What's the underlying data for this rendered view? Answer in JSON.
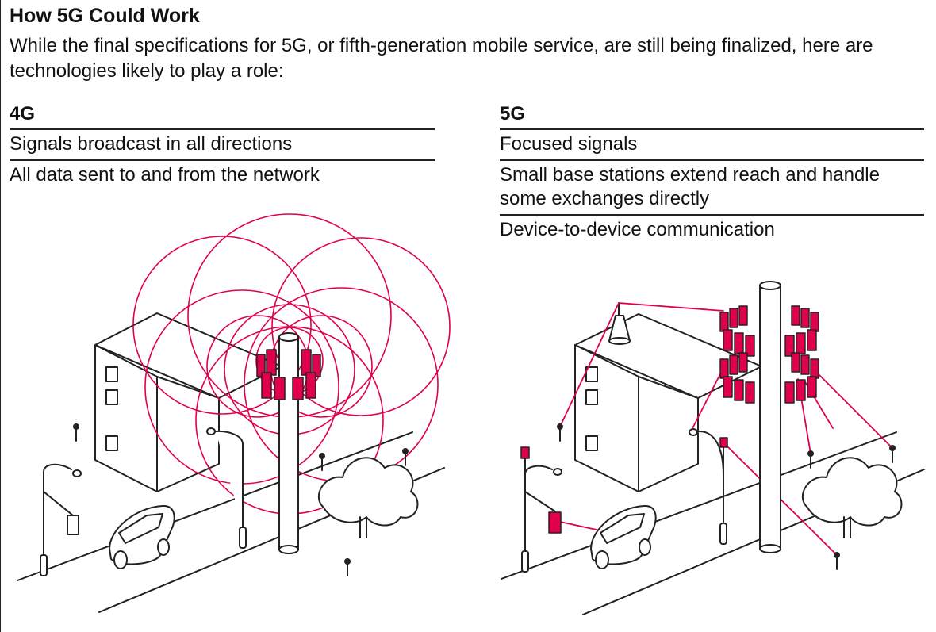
{
  "title": "How 5G Could Work",
  "subtitle": "While the final specifications for 5G, or fifth-generation mobile service, are still being finalized, here are technologies likely to play a role:",
  "columns": [
    {
      "heading": "4G",
      "points": [
        "Signals broadcast in all directions",
        "All data sent to and from the network"
      ]
    },
    {
      "heading": "5G",
      "points": [
        "Focused signals",
        "Small base stations extend reach and handle some exchanges directly",
        "Device-to-device communication"
      ]
    }
  ],
  "colors": {
    "signal": "#e0004d",
    "line": "#222222",
    "background": "#ffffff"
  }
}
